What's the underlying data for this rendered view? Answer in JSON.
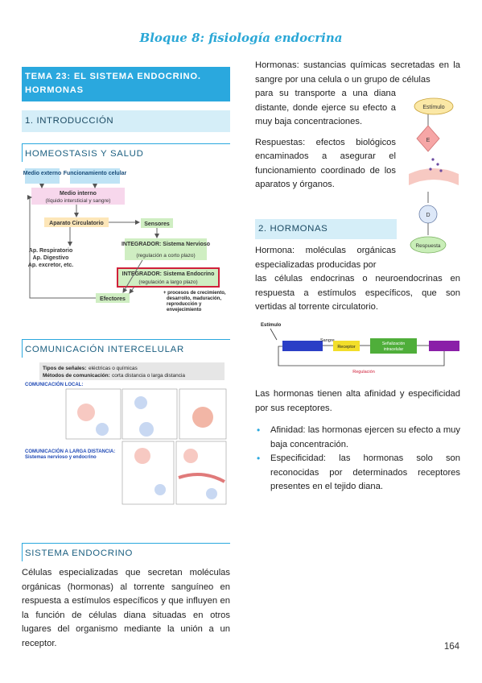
{
  "page": {
    "title": "Bloque 8: fisiología endocrina",
    "number": "164"
  },
  "left": {
    "tema": "TEMA 23: EL SISTEMA ENDOCRINO. HORMONAS",
    "intro": "1. INTRODUCCIÓN",
    "homeostasis": {
      "heading": "HOMEOSTASIS Y SALUD",
      "diagram": {
        "medio_externo": "Medio externo",
        "funcionamiento": "Funcionamiento celular",
        "medio_interno": "Medio interno",
        "medio_interno_sub": "(líquido intersticial y sangre)",
        "aparato_circ": "Aparato Circulatorio",
        "sensores": "Sensores",
        "integrador_sn": "INTEGRADOR: Sistema Nervioso",
        "integrador_sn_sub": "(regulación a corto plazo)",
        "ap_list": [
          "Ap. Respiratorio",
          "Ap. Digestivo",
          "Ap. excretor, etc."
        ],
        "integrador_se": "INTEGRADOR: Sistema Endocrino",
        "integrador_se_sub": "(regulación a largo plazo)",
        "efectores": "Efectores",
        "procesos": [
          "+ procesos de crecimiento,",
          "desarrollo, maduración,",
          "reproducción y",
          "envejecimiento"
        ]
      }
    },
    "comunicacion": {
      "heading": "COMUNICACIÓN INTERCELULAR",
      "tipos_label": "Tipos de señales:",
      "tipos_value": " eléctricas o químicas",
      "metodos_label": "Métodos de comunicación:",
      "metodos_value": " corta distancia o larga distancia",
      "local": "COMUNICACIÓN LOCAL:",
      "larga_1": "COMUNICACIÓN A LARGA DISTANCIA:",
      "larga_2": "Sistemas nervioso y endocrino"
    },
    "sistema": {
      "heading": "SISTEMA ENDOCRINO",
      "text": "Células especializadas que secretan moléculas orgánicas (hormonas) al torrente sanguíneo en respuesta a estímulos específicos y que influyen en la función de células diana situadas en otros lugares del organismo mediante la unión a un receptor."
    }
  },
  "right": {
    "hormonas_def": "Hormonas: sustancias químicas secretadas en la sangre por una celula o un grupo de células",
    "transporte": "para su transporte a una diana distante, donde ejerce su efecto a muy baja concentraciones.",
    "respuestas": "Respuestas: efectos biológicos encaminados a asegurar el funcionamiento coordinado de los aparatos y órganos.",
    "figure": {
      "estimulo": "Estímulo",
      "e": "E",
      "d": "D",
      "respuesta": "Respuesta"
    },
    "hormonas_head": "2. HORMONAS",
    "hormona_def_1": "Hormona: moléculas orgánicas especializadas producidas por",
    "hormona_def_2": "las células endocrinas o neuroendocrinas en respuesta a estímulos específicos, que son vertidas al torrente circulatorio.",
    "flow": {
      "estimulo": "Estímulo",
      "sangre": "Sangre",
      "receptor": "Receptor",
      "senal_1": "Señalización",
      "senal_2": "intracelular",
      "regulacion": "Regulación"
    },
    "afinidad_intro": "Las hormonas tienen alta afinidad y especificidad por sus receptores.",
    "bullets": [
      "Afinidad: las hormonas ejercen su efecto a muy baja concentración.",
      "Especificidad: las hormonas solo son reconocidas por determinados receptores presentes en el tejido diana."
    ]
  },
  "colors": {
    "accent": "#2aa8de",
    "light": "#d5eef8"
  }
}
